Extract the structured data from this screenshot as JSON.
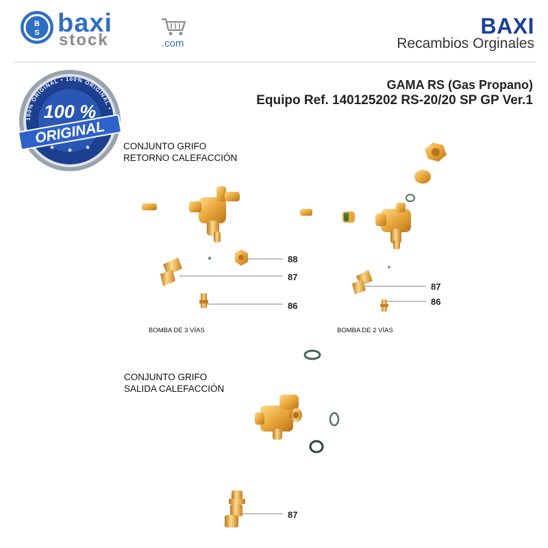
{
  "header": {
    "logo_top": "baxi",
    "logo_bottom": "stock",
    "logo_suffix": ".com",
    "logo_badge": "BS",
    "brand": "BAXI",
    "tagline": "Recambios Orginales"
  },
  "title": {
    "line1": "GAMA RS (Gas Propano)",
    "line2": "Equipo Ref. 140125202 RS-20/20 SP GP Ver.1"
  },
  "seal": {
    "big": "100 %",
    "word": "ORIGINAL",
    "ring_text": "100% ORIGINAL • 100% ORIGINAL •"
  },
  "sections": {
    "retorno": [
      "CONJUNTO GRIFO",
      "RETORNO CALEFACCIÓN"
    ],
    "salida": [
      "CONJUNTO GRIFO",
      "SALIDA  CALEFACCIÓN"
    ]
  },
  "pumps": {
    "three_way": "BOMBA DE 3 VÍAS",
    "two_way": "BOMBA DE 2  VÍAS"
  },
  "callouts": {
    "c88": "88",
    "c87_left": "87",
    "c86_left": "86",
    "c87_right": "87",
    "c86_right": "86",
    "c87_bottom": "87"
  },
  "colors": {
    "brass": "#e8a63a",
    "brass_dark": "#b8741c",
    "brand_blue": "#1b3f96",
    "leader": "#555555"
  }
}
